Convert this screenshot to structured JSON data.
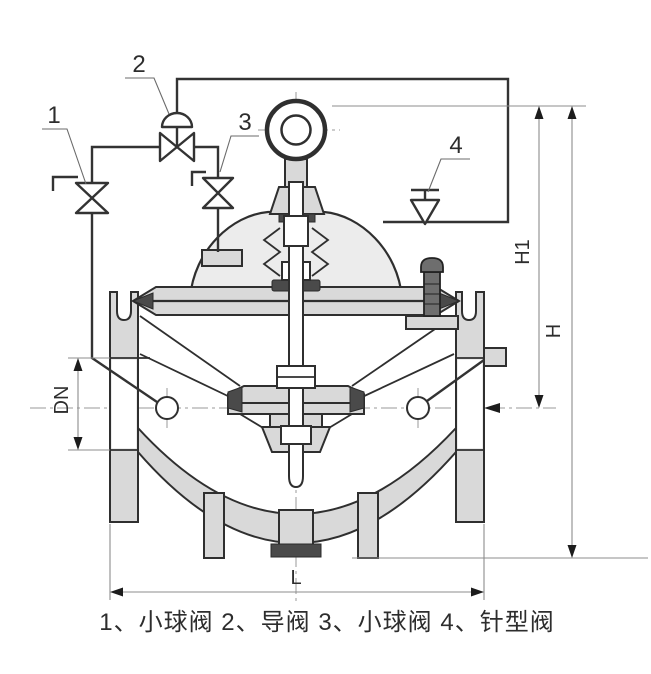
{
  "diagram": {
    "callouts": {
      "n1": "1",
      "n2": "2",
      "n3": "3",
      "n4": "4"
    },
    "dimensions": {
      "h1": "H1",
      "h": "H",
      "dn": "DN",
      "l": "L"
    },
    "caption": "1、小球阀 2、导阀 3、小球阀 4、针型阀",
    "legend": [
      {
        "number": "1",
        "name": "小球阀"
      },
      {
        "number": "2",
        "name": "导阀"
      },
      {
        "number": "3",
        "name": "小球阀"
      },
      {
        "number": "4",
        "name": "针型阀"
      }
    ],
    "colors": {
      "line": "#2f2f2f",
      "body_fill": "#d9d9d9",
      "dim_line": "#8c8c8c",
      "background": "#ffffff"
    }
  }
}
